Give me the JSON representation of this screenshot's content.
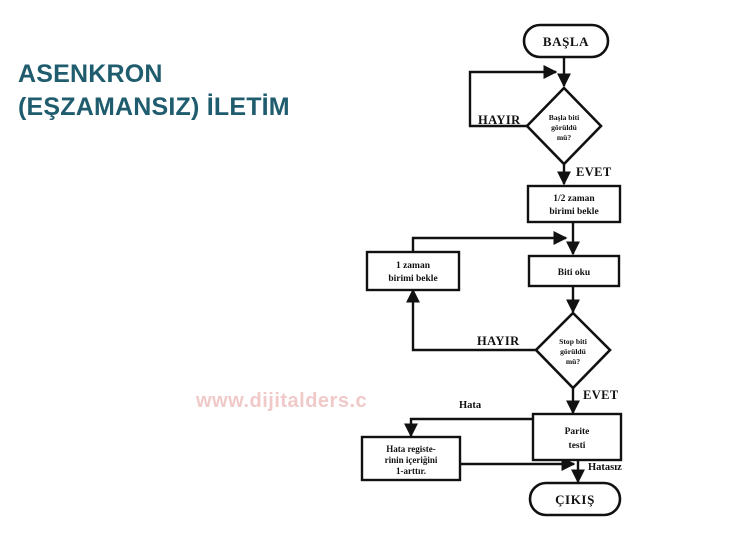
{
  "slide": {
    "title": "ASENKRON\n(EŞZAMANSIZ) İLETİM",
    "title_color": "#1f5c6e",
    "background_color": "#ffffff",
    "watermark": "www.dijitalders.c"
  },
  "flowchart": {
    "line_color": "#111111",
    "fill_color": "#ffffff",
    "nodes": {
      "start": {
        "label": "BAŞLA",
        "shape": "terminator"
      },
      "start_bit_check": {
        "label": "Başla biti görüldü mü?",
        "line1": "Başla biti",
        "line2": "görüldü",
        "line3": "mü?",
        "shape": "decision"
      },
      "half_time_wait": {
        "label": "1/2 zaman birimi bekle",
        "line1": "1/2 zaman",
        "line2": "birimi bekle",
        "shape": "process"
      },
      "one_time_wait": {
        "label": "1 zaman birimi bekle",
        "line1": "1 zaman",
        "line2": "birimi bekle",
        "shape": "process"
      },
      "read_bit": {
        "label": "Biti oku",
        "line1": "Biti oku",
        "shape": "process"
      },
      "stop_bit_check": {
        "label": "Stop biti görüldü mü?",
        "line1": "Stop biti",
        "line2": "görüldü",
        "line3": "mü?",
        "shape": "decision"
      },
      "parity_test": {
        "label": "Parite testi",
        "line1": "Parite",
        "line2": "testi",
        "shape": "process"
      },
      "error_register": {
        "label": "Hata registerinin içeriğini 1-arttır.",
        "line1": "Hata registe-",
        "line2": "rinin içeriğini",
        "line3": "1-arttır.",
        "shape": "process"
      },
      "exit": {
        "label": "ÇIKIŞ",
        "shape": "terminator"
      }
    },
    "edge_labels": {
      "no_start": "HAYIR",
      "yes_start": "EVET",
      "no_stop": "HAYIR",
      "yes_stop": "EVET",
      "error": "Hata",
      "no_error": "Hatasız"
    }
  }
}
